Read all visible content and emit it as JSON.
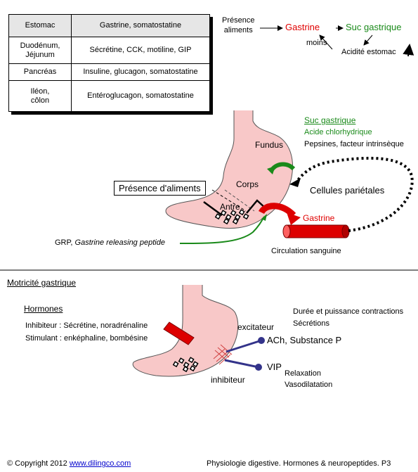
{
  "table": {
    "rows": [
      {
        "organ": "Estomac",
        "hormones": "Gastrine, somatostatine"
      },
      {
        "organ_line1": "Duodénum,",
        "organ_line2": "Jéjunum",
        "hormones": "Sécrétine, CCK, motiline, GIP"
      },
      {
        "organ": "Pancréas",
        "hormones": "Insuline, glucagon, somatostatine"
      },
      {
        "organ_line1": "Iléon,",
        "organ_line2": "côlon",
        "hormones": "Entéroglucagon, somatostatine"
      }
    ]
  },
  "flow": {
    "presence_line1": "Présence",
    "presence_line2": "aliments",
    "gastrine": "Gastrine",
    "suc": "Suc gastrique",
    "moins": "moins",
    "acidite": "Acidité estomac"
  },
  "stomach_top": {
    "suc_title": "Suc gastrique",
    "acide": "Acide chlorhydrique",
    "pepsines": "Pepsines, facteur intrinsèque",
    "fundus": "Fundus",
    "corps": "Corps",
    "antre": "Antre",
    "presence_box": "Présence d'aliments",
    "cellules": "Cellules pariétales",
    "gastrine": "Gastrine",
    "circulation": "Circulation sanguine",
    "grp": "GRP, ",
    "grp_italic": "Gastrine releasing peptide"
  },
  "motricite": {
    "title": "Motricité gastrique",
    "hormones_title": "Hormones",
    "inhibiteur_line": "Inhibiteur : Sécrétine, noradrénaline",
    "stimulant_line": "Stimulant : enképhaline, bombésine",
    "excitateur": "excitateur",
    "ach": "ACh, Substance P",
    "vip": "VIP",
    "inhibiteur": "inhibiteur",
    "duree": "Durée et puissance contractions",
    "secretions": "Sécrétions",
    "relaxation": "Relaxation",
    "vasodilatation": "Vasodilatation"
  },
  "footer": {
    "copyright": "© Copyright 2012 ",
    "link": "www.dilingco.com",
    "right": "Physiologie digestive. Hormones & neuropeptides.  P3"
  },
  "colors": {
    "red": "#e00000",
    "green": "#1a8a1a",
    "stomach": "#f8c8c8",
    "nerve": "#33338a"
  }
}
